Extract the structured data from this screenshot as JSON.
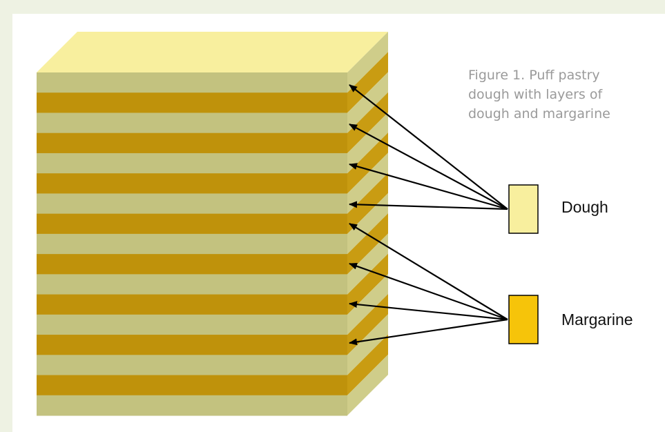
{
  "figure": {
    "caption_lines": [
      "Figure 1. Puff pastry",
      "dough with layers of",
      "dough and margarine"
    ]
  },
  "legend": {
    "dough": {
      "label": "Dough",
      "color": "#f8ef9e"
    },
    "margarine": {
      "label": "Margarine",
      "color": "#f6c40a"
    }
  },
  "layers": {
    "order_top_to_bottom": [
      "dough",
      "margarine",
      "dough",
      "margarine",
      "dough",
      "margarine",
      "dough",
      "margarine",
      "dough",
      "margarine",
      "dough",
      "margarine",
      "dough",
      "margarine",
      "dough",
      "margarine",
      "dough"
    ],
    "colors": {
      "top_face": "#f8ef9e",
      "dough_front": "#c3c27f",
      "dough_side": "#cfcd8a",
      "margarine_front": "#bf920b",
      "margarine_side": "#c99c12"
    }
  },
  "arrows": {
    "dough_targets": 4,
    "margarine_targets": 4
  }
}
